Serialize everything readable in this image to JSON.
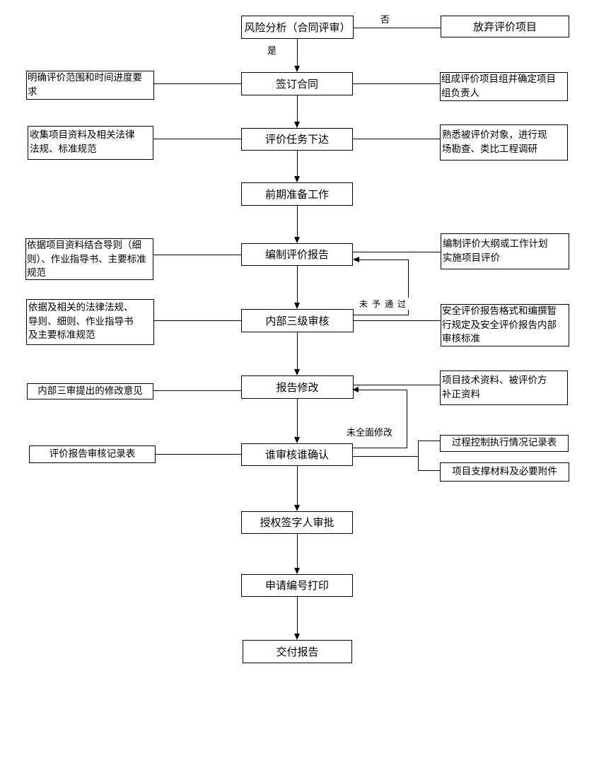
{
  "flowchart": {
    "nodes": {
      "risk_analysis": "风险分析（合同评审）",
      "abandon_project": "放弃评价项目",
      "sign_contract": "签订合同",
      "task_release": "评价任务下达",
      "preparation": "前期准备工作",
      "draft_report": "编制评价报告",
      "internal_review": "内部三级审核",
      "report_revision": "报告修改",
      "reviewer_confirmation": "谁审核谁确认",
      "signatory_approval": "授权签字人审批",
      "numbering_printing": "申请编号打印",
      "deliver_report": "交付报告"
    },
    "left_notes": {
      "scope_schedule": "明确评价范围和时间进度要\n求",
      "collect_materials": "收集项目资料及相关法律\n法规、标准规范",
      "guideline_basis": "依据项目资料结合导则（细\n则）、作业指导书、主要标准\n规范",
      "legal_basis": "依据及相关的法律法规、\n导则、细则、作业指导书\n及主要标准规范",
      "revision_opinions": "内部三审提出的修改意见",
      "review_record_form": "评价报告审核记录表"
    },
    "right_notes": {
      "form_team": "组成评价项目组并确定项目\n组负责人",
      "familiarize_object": "熟悉被评价对象，进行现\n场勘查、类比工程调研",
      "outline_plan": "编制评价大纲或工作计划\n实施项目评价",
      "format_rules": "安全评价报告格式和编撰暂\n行规定及安全评价报告内部\n审核标准",
      "supplementary_materials": "项目技术资料、被评价方\n补正资料",
      "process_control_record": "过程控制执行情况记录表",
      "supporting_attachments": "项目支撑材料及必要附件"
    },
    "edge_labels": {
      "no": "否",
      "yes": "是",
      "not_approved": "未予通过",
      "not_fully_revised": "未全面修改"
    },
    "colors": {
      "line": "#000000",
      "background": "#ffffff",
      "text": "#000000"
    }
  }
}
